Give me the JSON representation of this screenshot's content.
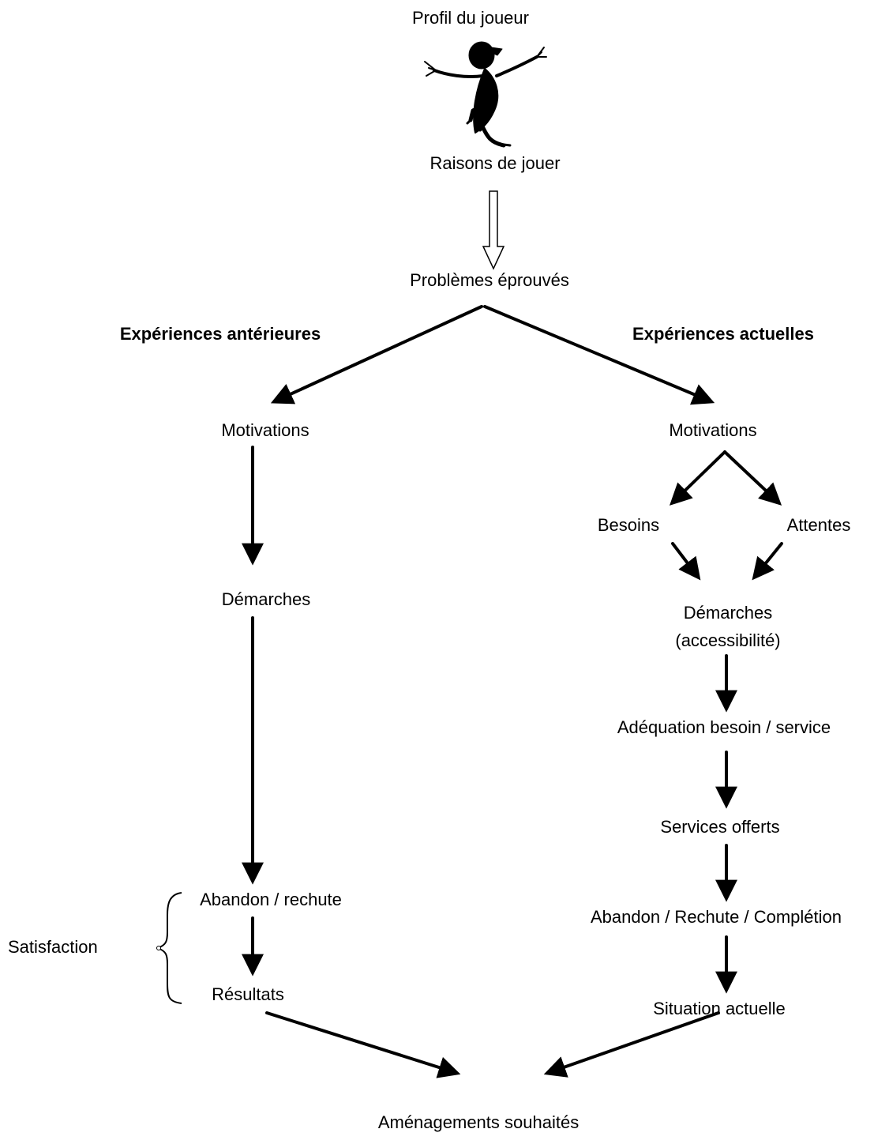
{
  "top": {
    "title": "Profil du joueur",
    "reasons": "Raisons de jouer",
    "problems": "Problèmes éprouvés"
  },
  "left_branch": {
    "heading": "Expériences antérieures",
    "motivations": "Motivations",
    "demarches": "Démarches",
    "abandon": "Abandon / rechute",
    "results": "Résultats",
    "satisfaction": "Satisfaction"
  },
  "right_branch": {
    "heading": "Expériences actuelles",
    "motivations": "Motivations",
    "besoins": "Besoins",
    "attentes": "Attentes",
    "demarches": "Démarches",
    "accessibility": "(accessibilité)",
    "adequation": "Adéquation besoin / service",
    "services": "Services offerts",
    "abandon": "Abandon / Rechute / Complétion",
    "situation": "Situation actuelle"
  },
  "bottom": {
    "outcome": "Aménagements souhaités"
  },
  "icons": {
    "player": "player-figure-icon"
  }
}
